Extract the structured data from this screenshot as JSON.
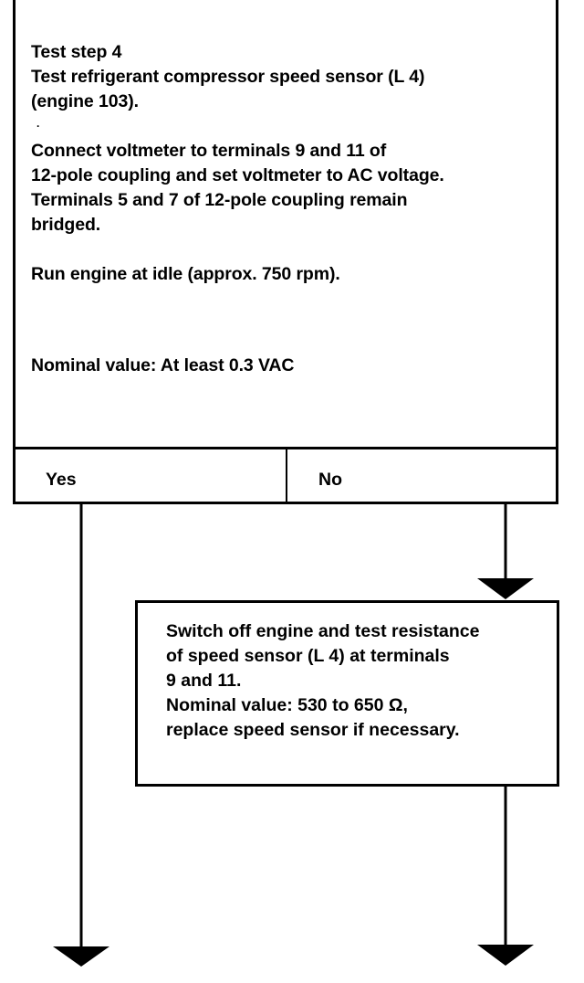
{
  "test_step": {
    "title": "Test step 4",
    "description_line1": "Test refrigerant compressor speed sensor (L 4)",
    "description_line2": "(engine 103).",
    "dot": ".",
    "instruction_line1": "Connect voltmeter to terminals 9 and 11 of",
    "instruction_line2": "12-pole coupling and set voltmeter to AC voltage.",
    "instruction_line3": "Terminals 5 and 7 of 12-pole coupling remain",
    "instruction_line4": "bridged.",
    "run_instruction": "Run engine at idle (approx. 750 rpm).",
    "nominal_value": "Nominal value: At least 0.3 VAC"
  },
  "branches": {
    "yes_label": "Yes",
    "no_label": "No"
  },
  "no_action": {
    "line1": "Switch off engine and test resistance",
    "line2": "of speed sensor (L 4) at terminals",
    "line3": "9 and 11.",
    "line4": "Nominal value: 530 to 650 Ω,",
    "line5": "replace speed sensor if necessary."
  }
}
